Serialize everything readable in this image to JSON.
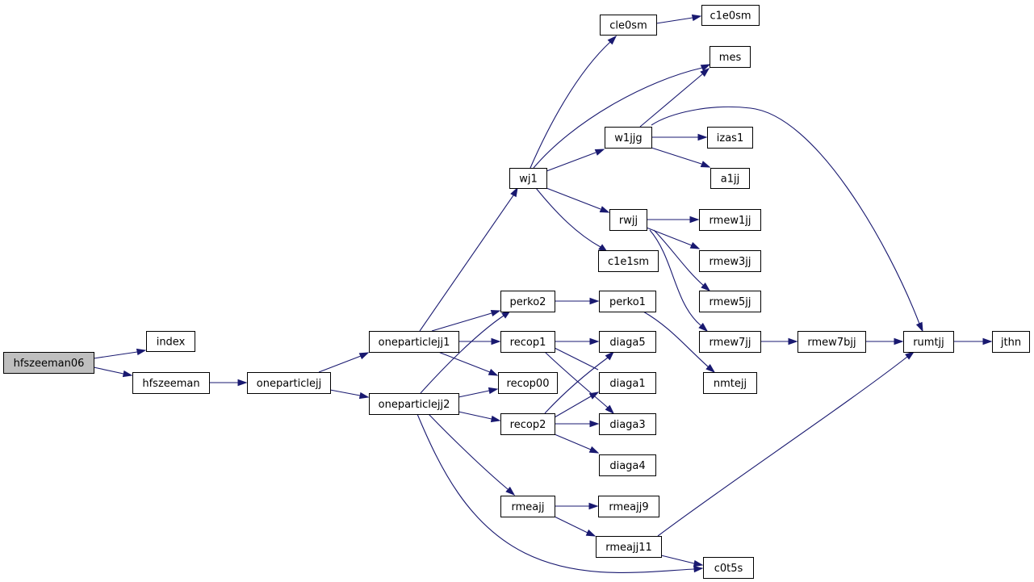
{
  "graph": {
    "root": "hfszeeman06",
    "colors": {
      "edge": "#191970",
      "node_border": "#000000",
      "root_fill": "#bfbfbf",
      "node_fill": "#ffffff"
    },
    "nodes": [
      {
        "id": "hfszeeman06",
        "label": "hfszeeman06"
      },
      {
        "id": "index",
        "label": "index"
      },
      {
        "id": "hfszeeman",
        "label": "hfszeeman"
      },
      {
        "id": "oneparticlejj",
        "label": "oneparticlejj"
      },
      {
        "id": "oneparticlejj1",
        "label": "oneparticlejj1"
      },
      {
        "id": "oneparticlejj2",
        "label": "oneparticlejj2"
      },
      {
        "id": "wj1",
        "label": "wj1"
      },
      {
        "id": "perko2",
        "label": "perko2"
      },
      {
        "id": "recop1",
        "label": "recop1"
      },
      {
        "id": "recop00",
        "label": "recop00"
      },
      {
        "id": "recop2",
        "label": "recop2"
      },
      {
        "id": "rmeajj",
        "label": "rmeajj"
      },
      {
        "id": "cle0sm",
        "label": "cle0sm"
      },
      {
        "id": "w1jjg",
        "label": "w1jjg"
      },
      {
        "id": "rwjj",
        "label": "rwjj"
      },
      {
        "id": "c1e1sm",
        "label": "c1e1sm"
      },
      {
        "id": "perko1",
        "label": "perko1"
      },
      {
        "id": "diaga5",
        "label": "diaga5"
      },
      {
        "id": "diaga1",
        "label": "diaga1"
      },
      {
        "id": "diaga3",
        "label": "diaga3"
      },
      {
        "id": "diaga4",
        "label": "diaga4"
      },
      {
        "id": "rmeajj9",
        "label": "rmeajj9"
      },
      {
        "id": "rmeajj11",
        "label": "rmeajj11"
      },
      {
        "id": "c1e0sm",
        "label": "c1e0sm"
      },
      {
        "id": "mes",
        "label": "mes"
      },
      {
        "id": "izas1",
        "label": "izas1"
      },
      {
        "id": "a1jj",
        "label": "a1jj"
      },
      {
        "id": "rmew1jj",
        "label": "rmew1jj"
      },
      {
        "id": "rmew3jj",
        "label": "rmew3jj"
      },
      {
        "id": "rmew5jj",
        "label": "rmew5jj"
      },
      {
        "id": "rmew7jj",
        "label": "rmew7jj"
      },
      {
        "id": "nmtejj",
        "label": "nmtejj"
      },
      {
        "id": "c0t5s",
        "label": "c0t5s"
      },
      {
        "id": "rmew7bjj",
        "label": "rmew7bjj"
      },
      {
        "id": "rumtjj",
        "label": "rumtjj"
      },
      {
        "id": "jthn",
        "label": "jthn"
      }
    ],
    "edges": [
      {
        "from": "hfszeeman06",
        "to": "index"
      },
      {
        "from": "hfszeeman06",
        "to": "hfszeeman"
      },
      {
        "from": "hfszeeman",
        "to": "oneparticlejj"
      },
      {
        "from": "oneparticlejj",
        "to": "oneparticlejj1"
      },
      {
        "from": "oneparticlejj",
        "to": "oneparticlejj2"
      },
      {
        "from": "oneparticlejj1",
        "to": "wj1"
      },
      {
        "from": "oneparticlejj1",
        "to": "perko2"
      },
      {
        "from": "oneparticlejj1",
        "to": "recop1"
      },
      {
        "from": "oneparticlejj1",
        "to": "recop00"
      },
      {
        "from": "oneparticlejj2",
        "to": "perko2"
      },
      {
        "from": "oneparticlejj2",
        "to": "recop00"
      },
      {
        "from": "oneparticlejj2",
        "to": "recop2"
      },
      {
        "from": "oneparticlejj2",
        "to": "rmeajj"
      },
      {
        "from": "oneparticlejj2",
        "to": "c0t5s"
      },
      {
        "from": "wj1",
        "to": "cle0sm"
      },
      {
        "from": "wj1",
        "to": "mes"
      },
      {
        "from": "wj1",
        "to": "w1jjg"
      },
      {
        "from": "wj1",
        "to": "rwjj"
      },
      {
        "from": "wj1",
        "to": "c1e1sm"
      },
      {
        "from": "cle0sm",
        "to": "c1e0sm"
      },
      {
        "from": "w1jjg",
        "to": "mes"
      },
      {
        "from": "w1jjg",
        "to": "rumtjj"
      },
      {
        "from": "w1jjg",
        "to": "izas1"
      },
      {
        "from": "w1jjg",
        "to": "a1jj"
      },
      {
        "from": "rwjj",
        "to": "rmew1jj"
      },
      {
        "from": "rwjj",
        "to": "rmew3jj"
      },
      {
        "from": "rwjj",
        "to": "rmew5jj"
      },
      {
        "from": "rwjj",
        "to": "rmew7jj"
      },
      {
        "from": "perko2",
        "to": "perko1"
      },
      {
        "from": "perko1",
        "to": "nmtejj"
      },
      {
        "from": "recop1",
        "to": "diaga5"
      },
      {
        "from": "recop1",
        "to": "diaga1"
      },
      {
        "from": "recop1",
        "to": "diaga3"
      },
      {
        "from": "recop2",
        "to": "diaga5"
      },
      {
        "from": "recop2",
        "to": "diaga1"
      },
      {
        "from": "recop2",
        "to": "diaga3"
      },
      {
        "from": "recop2",
        "to": "diaga4"
      },
      {
        "from": "rmeajj",
        "to": "rmeajj9"
      },
      {
        "from": "rmeajj",
        "to": "rmeajj11"
      },
      {
        "from": "rmeajj11",
        "to": "rumtjj"
      },
      {
        "from": "rmeajj11",
        "to": "c0t5s"
      },
      {
        "from": "rmew7jj",
        "to": "rmew7bjj"
      },
      {
        "from": "rmew7bjj",
        "to": "rumtjj"
      },
      {
        "from": "rumtjj",
        "to": "jthn"
      }
    ]
  }
}
